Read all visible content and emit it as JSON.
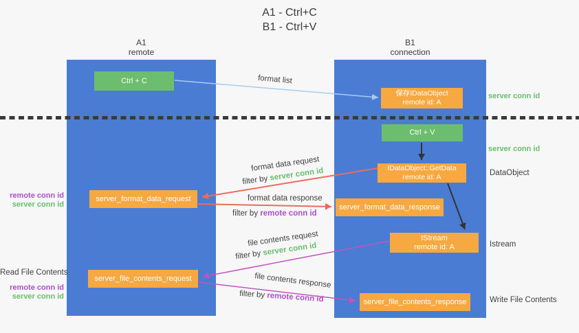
{
  "title": {
    "line1": "A1 - Ctrl+C",
    "line2": "B1 - Ctrl+V"
  },
  "left_column": {
    "header_top": "A1",
    "header_bottom": "remote",
    "ctrl_c_label": "Ctrl + C",
    "format_request_box": "server_format_data_request",
    "file_request_box": "server_file_contents_request"
  },
  "right_column": {
    "header_top": "B1",
    "header_bottom": "connection",
    "save_box_line1": "保存IDataObject",
    "save_box_line2": "remote id: A",
    "ctrl_v_label": "Ctrl + V",
    "getdata_box_line1": "IDataObject::GetData",
    "getdata_box_line2": "remote id: A",
    "format_response_box": "server_format_data_response",
    "istream_box_line1": "IStream",
    "istream_box_line2": "remote id: A",
    "file_response_box": "server_file_contents_response"
  },
  "left_labels": {
    "format_remote_conn": "remote conn id",
    "format_server_conn": "server conn id",
    "read_file_contents": "Read File Contents",
    "file_remote_conn": "remote conn id",
    "file_server_conn": "server conn id"
  },
  "right_labels": {
    "server_conn_top": "server conn id",
    "server_conn_mid": "server conn id",
    "dataobject": "DataObject",
    "istream": "Istream",
    "write_file_contents": "Write File Contents"
  },
  "flow_labels": {
    "format_list": "format list",
    "format_data_request": "format data request",
    "filter_by_1": "filter by ",
    "server_conn_id_1": "server conn id",
    "format_data_response": "format data response",
    "filter_by_2": "filter by ",
    "remote_conn_id_2": "remote conn id",
    "file_contents_request": "file contents request",
    "filter_by_3": "filter by ",
    "server_conn_id_3": "server conn id",
    "file_contents_response": "file contents response",
    "filter_by_4": "filter by ",
    "remote_conn_id_4": "remote conn id"
  },
  "colors": {
    "column_blue": "#4A7CD4",
    "green_box": "#6CBE6E",
    "orange_box": "#F7A840",
    "arrow_light_blue": "#A6CDF0",
    "arrow_black": "#333333",
    "arrow_red": "#ED6A5F",
    "arrow_magenta": "#C055C0",
    "label_green": "#67BE6B",
    "label_purple": "#AB4FC8",
    "text_dark": "#3F3F3F",
    "background": "#F7F7F7"
  }
}
